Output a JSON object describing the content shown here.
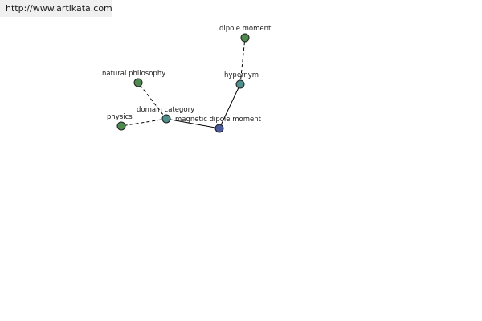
{
  "banner": {
    "url": "http://www.artikata.com"
  },
  "colors": {
    "focus_node": "#4b5a9a",
    "relation_node": "#4f8f8c",
    "term_node": "#4e8a4f"
  },
  "nodes": [
    {
      "id": "magnetic-dipole-moment",
      "label": "magnetic dipole moment",
      "kind": "focus"
    },
    {
      "id": "hypernym",
      "label": "hypernym",
      "kind": "relation"
    },
    {
      "id": "dipole-moment",
      "label": "dipole moment",
      "kind": "term"
    },
    {
      "id": "domain-category",
      "label": "domain category",
      "kind": "relation"
    },
    {
      "id": "natural-philosophy",
      "label": "natural philosophy",
      "kind": "term"
    },
    {
      "id": "physics",
      "label": "physics",
      "kind": "term"
    }
  ],
  "edges": [
    {
      "from": "magnetic-dipole-moment",
      "to": "hypernym",
      "style": "solid"
    },
    {
      "from": "hypernym",
      "to": "dipole-moment",
      "style": "dashed"
    },
    {
      "from": "magnetic-dipole-moment",
      "to": "domain-category",
      "style": "solid"
    },
    {
      "from": "domain-category",
      "to": "natural-philosophy",
      "style": "dashed"
    },
    {
      "from": "domain-category",
      "to": "physics",
      "style": "dashed"
    }
  ]
}
